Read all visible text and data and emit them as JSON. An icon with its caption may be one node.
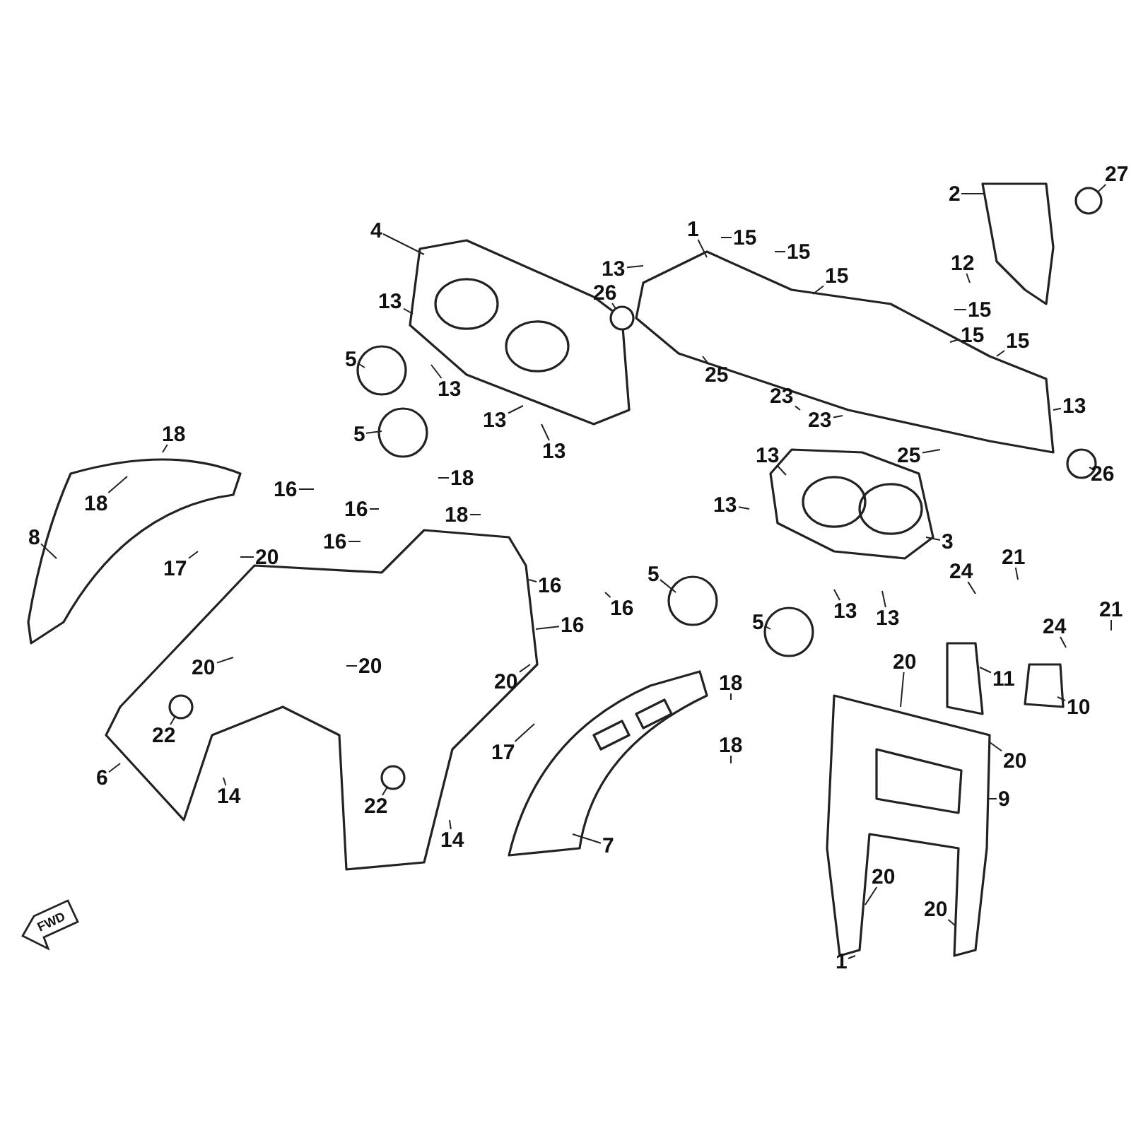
{
  "diagram": {
    "nodes": [
      {
        "text": [
          "4"
        ]
      },
      {
        "text": [
          "13"
        ]
      },
      {
        "text": [
          "13"
        ]
      },
      {
        "text": [
          "5"
        ]
      },
      {
        "text": [
          "5"
        ]
      },
      {
        "text": [
          "13"
        ]
      },
      {
        "text": [
          "13"
        ]
      },
      {
        "text": [
          "1"
        ]
      },
      {
        "text": [
          "13"
        ]
      },
      {
        "text": [
          "26"
        ]
      },
      {
        "text": [
          "15"
        ]
      },
      {
        "text": [
          "15"
        ]
      },
      {
        "text": [
          "15"
        ]
      },
      {
        "text": [
          "2"
        ]
      },
      {
        "text": [
          "27"
        ]
      },
      {
        "text": [
          "12"
        ]
      },
      {
        "text": [
          "15"
        ]
      },
      {
        "text": [
          "15"
        ]
      },
      {
        "text": [
          "15"
        ]
      },
      {
        "text": [
          "25"
        ]
      },
      {
        "text": [
          "23"
        ]
      },
      {
        "text": [
          "23"
        ]
      },
      {
        "text": [
          "13"
        ]
      },
      {
        "text": [
          "25"
        ]
      },
      {
        "text": [
          "26"
        ]
      },
      {
        "text": [
          "13"
        ]
      },
      {
        "text": [
          "13"
        ]
      },
      {
        "text": [
          "3"
        ]
      },
      {
        "text": [
          "5"
        ]
      },
      {
        "text": [
          "5"
        ]
      },
      {
        "text": [
          "13"
        ]
      },
      {
        "text": [
          "13"
        ]
      },
      {
        "text": [
          "24"
        ]
      },
      {
        "text": [
          "21"
        ]
      },
      {
        "text": [
          "11"
        ]
      },
      {
        "text": [
          "24"
        ]
      },
      {
        "text": [
          "21"
        ]
      },
      {
        "text": [
          "10"
        ]
      },
      {
        "text": [
          "20"
        ]
      },
      {
        "text": [
          "20"
        ]
      },
      {
        "text": [
          "9"
        ]
      },
      {
        "text": [
          "20"
        ]
      },
      {
        "text": [
          "20"
        ]
      },
      {
        "text": [
          "1"
        ]
      },
      {
        "text": [
          "18"
        ]
      },
      {
        "text": [
          "18"
        ]
      },
      {
        "text": [
          "8"
        ]
      },
      {
        "text": [
          "17"
        ]
      },
      {
        "text": [
          "16"
        ]
      },
      {
        "text": [
          "16"
        ]
      },
      {
        "text": [
          "16"
        ]
      },
      {
        "text": [
          "20"
        ]
      },
      {
        "text": [
          "18"
        ]
      },
      {
        "text": [
          "18"
        ]
      },
      {
        "text": [
          "16"
        ]
      },
      {
        "text": [
          "16"
        ]
      },
      {
        "text": [
          "16"
        ]
      },
      {
        "text": [
          "20"
        ]
      },
      {
        "text": [
          "20"
        ]
      },
      {
        "text": [
          "20"
        ]
      },
      {
        "text": [
          "22"
        ]
      },
      {
        "text": [
          "6"
        ]
      },
      {
        "text": [
          "14"
        ]
      },
      {
        "text": [
          "22"
        ]
      },
      {
        "text": [
          "14"
        ]
      },
      {
        "text": [
          "17"
        ]
      },
      {
        "text": [
          "18"
        ]
      },
      {
        "text": [
          "18"
        ]
      },
      {
        "text": [
          "7"
        ]
      },
      {
        "text": [],
        "shape": "circle"
      },
      {
        "text": [],
        "shape": "circle"
      },
      {
        "text": [],
        "shape": "circle"
      },
      {
        "text": [],
        "shape": "circle"
      },
      {
        "text": [],
        "shape": "circle"
      }
    ],
    "edges": [
      {
        "from": 0,
        "to": null,
        "arrow": "none"
      },
      {
        "from": 1,
        "to": null,
        "arrow": "none"
      },
      {
        "from": 2,
        "to": null,
        "arrow": "none"
      },
      {
        "from": 3,
        "to": null,
        "arrow": "none"
      },
      {
        "from": 4,
        "to": null,
        "arrow": "none"
      },
      {
        "from": 5,
        "to": null,
        "arrow": "none"
      },
      {
        "from": 6,
        "to": null,
        "arrow": "none"
      },
      {
        "from": 7,
        "to": null,
        "arrow": "none"
      },
      {
        "from": 8,
        "to": null,
        "arrow": "none"
      },
      {
        "from": 9,
        "to": 69,
        "arrow": "none"
      },
      {
        "from": 10,
        "to": null,
        "arrow": "none"
      },
      {
        "from": 11,
        "to": null,
        "arrow": "none"
      },
      {
        "from": 12,
        "to": null,
        "arrow": "none"
      },
      {
        "from": 13,
        "to": null,
        "arrow": "none"
      },
      {
        "from": 14,
        "to": 70,
        "arrow": "none"
      },
      {
        "from": 15,
        "to": null,
        "arrow": "none"
      },
      {
        "from": 16,
        "to": null,
        "arrow": "none"
      },
      {
        "from": 17,
        "to": null,
        "arrow": "none"
      },
      {
        "from": 18,
        "to": null,
        "arrow": "none"
      },
      {
        "from": 19,
        "to": null,
        "arrow": "none"
      },
      {
        "from": 20,
        "to": null,
        "arrow": "none"
      },
      {
        "from": 21,
        "to": null,
        "arrow": "none"
      },
      {
        "from": 22,
        "to": null,
        "arrow": "none"
      },
      {
        "from": 23,
        "to": null,
        "arrow": "none"
      },
      {
        "from": 24,
        "to": 71,
        "arrow": "none"
      },
      {
        "from": 25,
        "to": null,
        "arrow": "none"
      },
      {
        "from": 26,
        "to": null,
        "arrow": "none"
      },
      {
        "from": 27,
        "to": null,
        "arrow": "none"
      },
      {
        "from": 28,
        "to": null,
        "arrow": "none"
      },
      {
        "from": 29,
        "to": null,
        "arrow": "none"
      },
      {
        "from": 30,
        "to": null,
        "arrow": "none"
      },
      {
        "from": 31,
        "to": null,
        "arrow": "none"
      },
      {
        "from": 32,
        "to": null,
        "arrow": "none"
      },
      {
        "from": 33,
        "to": null,
        "arrow": "none"
      },
      {
        "from": 34,
        "to": null,
        "arrow": "none"
      },
      {
        "from": 35,
        "to": null,
        "arrow": "none"
      },
      {
        "from": 36,
        "to": null,
        "arrow": "none"
      },
      {
        "from": 37,
        "to": null,
        "arrow": "none"
      },
      {
        "from": 38,
        "to": null,
        "arrow": "none"
      },
      {
        "from": 39,
        "to": null,
        "arrow": "none"
      },
      {
        "from": 40,
        "to": null,
        "arrow": "none"
      },
      {
        "from": 41,
        "to": null,
        "arrow": "none"
      },
      {
        "from": 42,
        "to": null,
        "arrow": "none"
      },
      {
        "from": 43,
        "to": null,
        "arrow": "none"
      },
      {
        "from": 44,
        "to": null,
        "arrow": "none"
      },
      {
        "from": 45,
        "to": null,
        "arrow": "none"
      },
      {
        "from": 46,
        "to": null,
        "arrow": "none"
      },
      {
        "from": 47,
        "to": null,
        "arrow": "none"
      },
      {
        "from": 48,
        "to": null,
        "arrow": "none"
      },
      {
        "from": 49,
        "to": null,
        "arrow": "none"
      },
      {
        "from": 50,
        "to": null,
        "arrow": "none"
      },
      {
        "from": 51,
        "to": null,
        "arrow": "none"
      },
      {
        "from": 52,
        "to": null,
        "arrow": "none"
      },
      {
        "from": 53,
        "to": null,
        "arrow": "none"
      },
      {
        "from": 54,
        "to": null,
        "arrow": "none"
      },
      {
        "from": 55,
        "to": null,
        "arrow": "none"
      },
      {
        "from": 56,
        "to": null,
        "arrow": "none"
      },
      {
        "from": 57,
        "to": null,
        "arrow": "none"
      },
      {
        "from": 58,
        "to": null,
        "arrow": "none"
      },
      {
        "from": 59,
        "to": null,
        "arrow": "none"
      },
      {
        "from": 60,
        "to": 72,
        "arrow": "none"
      },
      {
        "from": 61,
        "to": null,
        "arrow": "none"
      },
      {
        "from": 62,
        "to": null,
        "arrow": "none"
      },
      {
        "from": 63,
        "to": 73,
        "arrow": "none"
      },
      {
        "from": 64,
        "to": null,
        "arrow": "none"
      },
      {
        "from": 65,
        "to": null,
        "arrow": "none"
      },
      {
        "from": 66,
        "to": null,
        "arrow": "none"
      },
      {
        "from": 67,
        "to": null,
        "arrow": "none"
      },
      {
        "from": 68,
        "to": null,
        "arrow": "none"
      }
    ],
    "labels": [
      "FWD"
    ]
  }
}
